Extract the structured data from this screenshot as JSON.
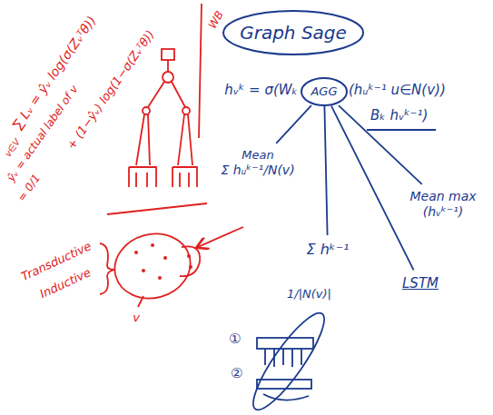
{
  "diagram": {
    "nodes": [
      {
        "text": [
          "Graph Sage"
        ]
      },
      {
        "text": [
          "AGG"
        ]
      },
      {
        "text": [
          "Mean",
          "Σ hᵤᵏ⁻¹/N(v)"
        ]
      },
      {
        "text": [
          "Mean max (hᵥᵏ⁻¹)"
        ]
      },
      {
        "text": [
          "Σ hᵏ⁻¹"
        ]
      },
      {
        "text": [
          "LSTM"
        ]
      }
    ],
    "edges": [
      {
        "from": 1,
        "to": 2,
        "arrow": "none"
      },
      {
        "from": 1,
        "to": 3,
        "arrow": "none"
      },
      {
        "from": 1,
        "to": 4,
        "arrow": "none"
      },
      {
        "from": 1,
        "to": 5,
        "arrow": "none"
      }
    ],
    "labels": [
      "∑ Lᵥ = ŷᵥ log(σ(Zᵥᵀθ))",
      "v∈V",
      "+ (1−ŷᵥ) log(1−σ(Zᵥᵀθ))",
      "ŷᵥ = actual label of v",
      "= 0/1",
      "WB",
      "Transductive",
      "Inductive",
      "v",
      "hᵥᵏ = σ(Wₖ",
      "(hᵤᵏ⁻¹ u∈N(v))",
      "Bₖ hᵥᵏ⁻¹)",
      "1/|N(v)|",
      "①",
      "②"
    ]
  }
}
